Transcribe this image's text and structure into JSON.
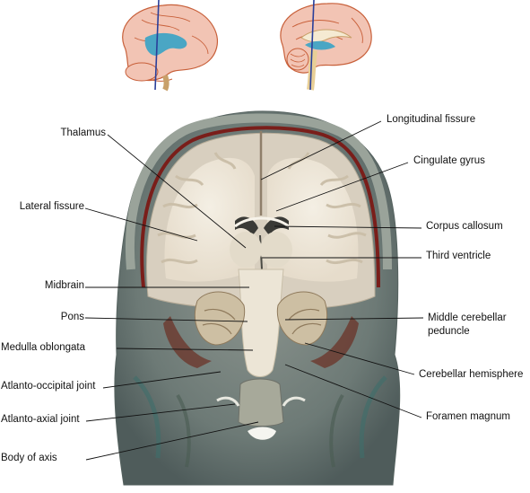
{
  "labels": {
    "longitudinal_fissure": "Longitudinal fissure",
    "thalamus": "Thalamus",
    "cingulate_gyrus": "Cingulate gyrus",
    "lateral_fissure": "Lateral fissure",
    "corpus_callosum": "Corpus callosum",
    "third_ventricle": "Third ventricle",
    "midbrain": "Midbrain",
    "pons": "Pons",
    "middle_cerebellar_peduncle": "Middle cerebellar peduncle",
    "medulla_oblongata": "Medulla oblongata",
    "cerebellar_hemisphere": "Cerebellar hemisphere",
    "atlanto_occipital_joint": "Atlanto-occipital joint",
    "atlanto_axial_joint": "Atlanto-axial joint",
    "foramen_magnum": "Foramen magnum",
    "body_of_axis": "Body of axis"
  },
  "colors": {
    "leader_line": "#111111",
    "brain_outline": "#c8603a",
    "brain_fill": "#f2c4b4",
    "ventricle": "#4aa6c4",
    "section_plane": "#2a3f9a",
    "gray_matter": "#d8cfbf",
    "white_matter": "#f1ede2",
    "dura": "#7a1e1a",
    "skull_tissue": "#7c8a86"
  }
}
